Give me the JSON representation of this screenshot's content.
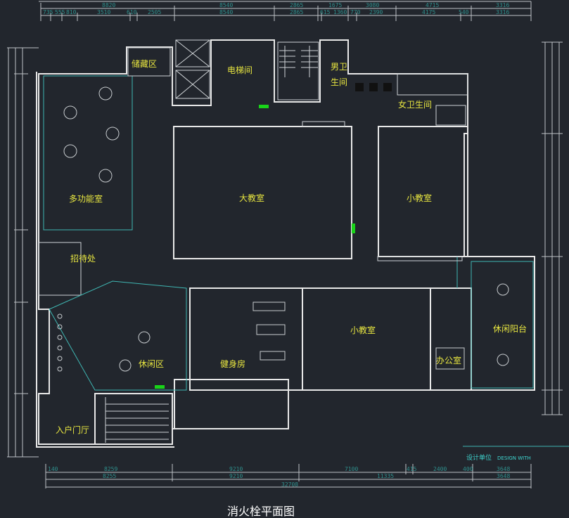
{
  "drawing_title": "消火栓平面图",
  "title_block": {
    "design_unit_label": "设计单位",
    "design_with": "DESIGN WITH"
  },
  "rooms": {
    "storage": "储藏区",
    "elevator": "电梯间",
    "mens_wc_1": "男卫",
    "mens_wc_2": "生间",
    "womens_wc": "女卫生间",
    "multifunction": "多功能室",
    "large_classroom": "大教室",
    "small_classroom_1": "小教室",
    "reception": "招待处",
    "small_classroom_2": "小教室",
    "leisure_balcony": "休闲阳台",
    "office": "办公室",
    "leisure_area": "休闲区",
    "gym": "健身房",
    "entrance_hall": "入户门厅"
  },
  "dimensions": {
    "top_row1": [
      "8820",
      "8540",
      "2865",
      "1675",
      "3080",
      "4715",
      "3316"
    ],
    "top_row2": [
      "735",
      "555",
      "810",
      "3510",
      "610",
      "2505",
      "8540",
      "2865",
      "615",
      "1360",
      "770",
      "2390",
      "4175",
      "540",
      "3316"
    ],
    "bottom_row1": [
      "140",
      "8259",
      "9210",
      "7100",
      "415",
      "2400",
      "400",
      "3648"
    ],
    "bottom_row2": [
      "8255",
      "9210",
      "11335",
      "3648"
    ],
    "bottom_total": "32708"
  }
}
